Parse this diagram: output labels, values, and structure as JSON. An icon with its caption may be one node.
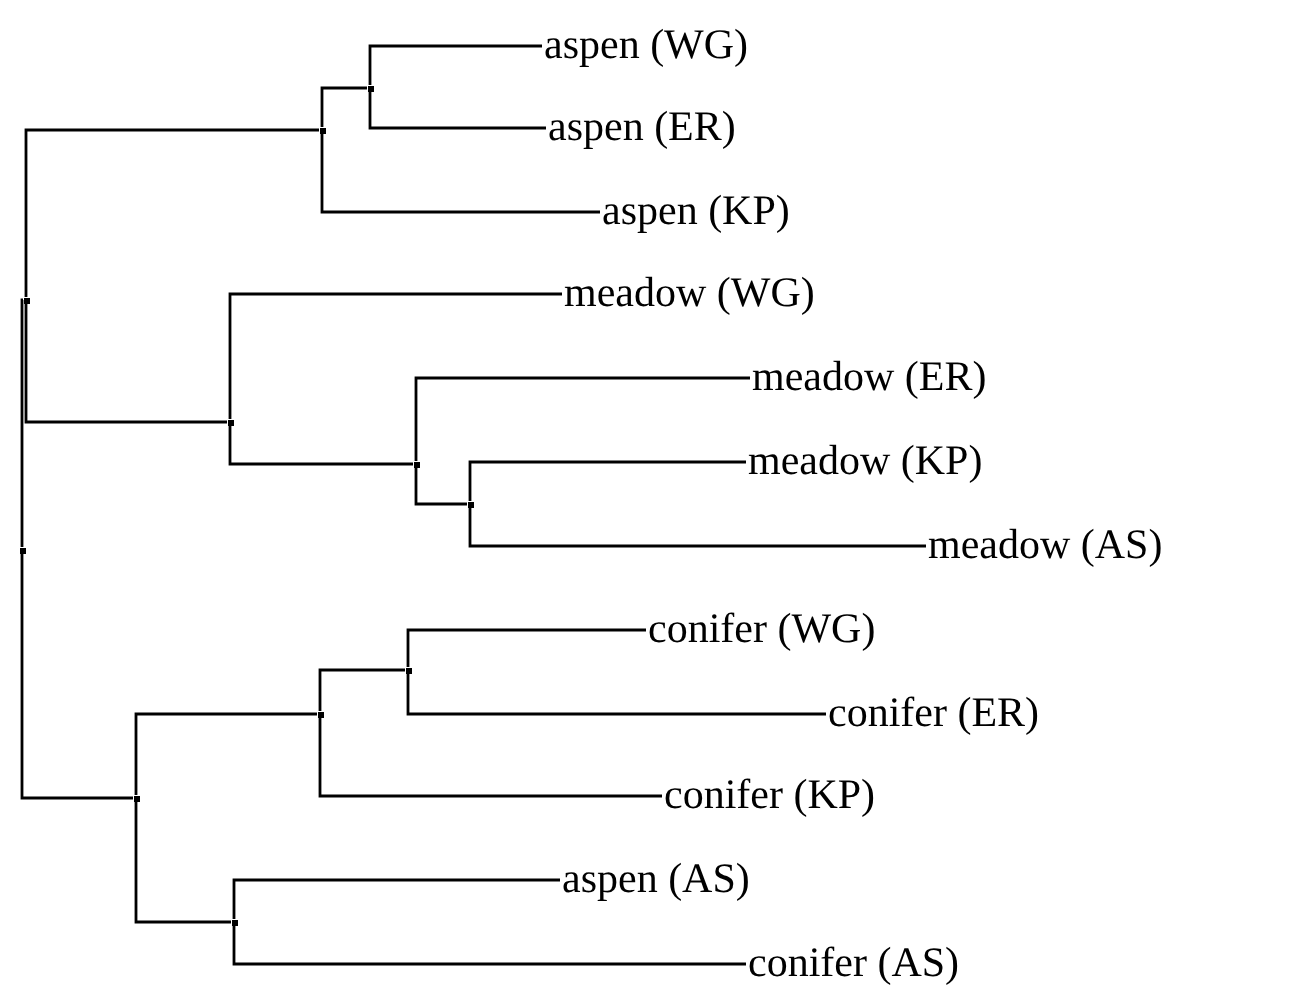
{
  "diagram": {
    "nodes": [
      {
        "text": [
          "aspen (WG)"
        ]
      },
      {
        "text": [
          "aspen (ER)"
        ]
      },
      {
        "text": [
          "aspen (KP)"
        ]
      },
      {
        "text": [
          "meadow (WG)"
        ]
      },
      {
        "text": [
          "meadow (ER)"
        ]
      },
      {
        "text": [
          "meadow (KP)"
        ]
      },
      {
        "text": [
          "meadow (AS)"
        ]
      },
      {
        "text": [
          "conifer (WG)"
        ]
      },
      {
        "text": [
          "conifer (ER)"
        ]
      },
      {
        "text": [
          "conifer (KP)"
        ]
      },
      {
        "text": [
          "aspen (AS)"
        ]
      },
      {
        "text": [
          "conifer (AS)"
        ]
      },
      {
        "text": [],
        "shape": "point"
      },
      {
        "text": [],
        "shape": "point"
      },
      {
        "text": [],
        "shape": "point"
      },
      {
        "text": [],
        "shape": "point"
      },
      {
        "text": [],
        "shape": "point"
      },
      {
        "text": [],
        "shape": "point"
      },
      {
        "text": [],
        "shape": "point"
      },
      {
        "text": [],
        "shape": "point"
      },
      {
        "text": [],
        "shape": "point"
      },
      {
        "text": [],
        "shape": "point"
      },
      {
        "text": [],
        "shape": "point"
      }
    ],
    "edges": [
      {
        "from": 12,
        "to": 0,
        "arrow": "none"
      },
      {
        "from": 12,
        "to": 1,
        "arrow": "none"
      },
      {
        "from": 13,
        "to": 12,
        "arrow": "none"
      },
      {
        "from": 13,
        "to": 2,
        "arrow": "none"
      },
      {
        "from": 14,
        "to": 5,
        "arrow": "none"
      },
      {
        "from": 14,
        "to": 6,
        "arrow": "none"
      },
      {
        "from": 15,
        "to": 4,
        "arrow": "none"
      },
      {
        "from": 15,
        "to": 14,
        "arrow": "none"
      },
      {
        "from": 16,
        "to": 3,
        "arrow": "none"
      },
      {
        "from": 16,
        "to": 15,
        "arrow": "none"
      },
      {
        "from": 17,
        "to": 13,
        "arrow": "none"
      },
      {
        "from": 17,
        "to": 16,
        "arrow": "none"
      },
      {
        "from": 18,
        "to": 7,
        "arrow": "none"
      },
      {
        "from": 18,
        "to": 8,
        "arrow": "none"
      },
      {
        "from": 19,
        "to": 18,
        "arrow": "none"
      },
      {
        "from": 19,
        "to": 9,
        "arrow": "none"
      },
      {
        "from": 20,
        "to": 10,
        "arrow": "none"
      },
      {
        "from": 20,
        "to": 11,
        "arrow": "none"
      },
      {
        "from": 21,
        "to": 19,
        "arrow": "none"
      },
      {
        "from": 21,
        "to": 20,
        "arrow": "none"
      },
      {
        "from": 22,
        "to": 17,
        "arrow": "none"
      },
      {
        "from": 22,
        "to": 21,
        "arrow": "none"
      }
    ]
  }
}
